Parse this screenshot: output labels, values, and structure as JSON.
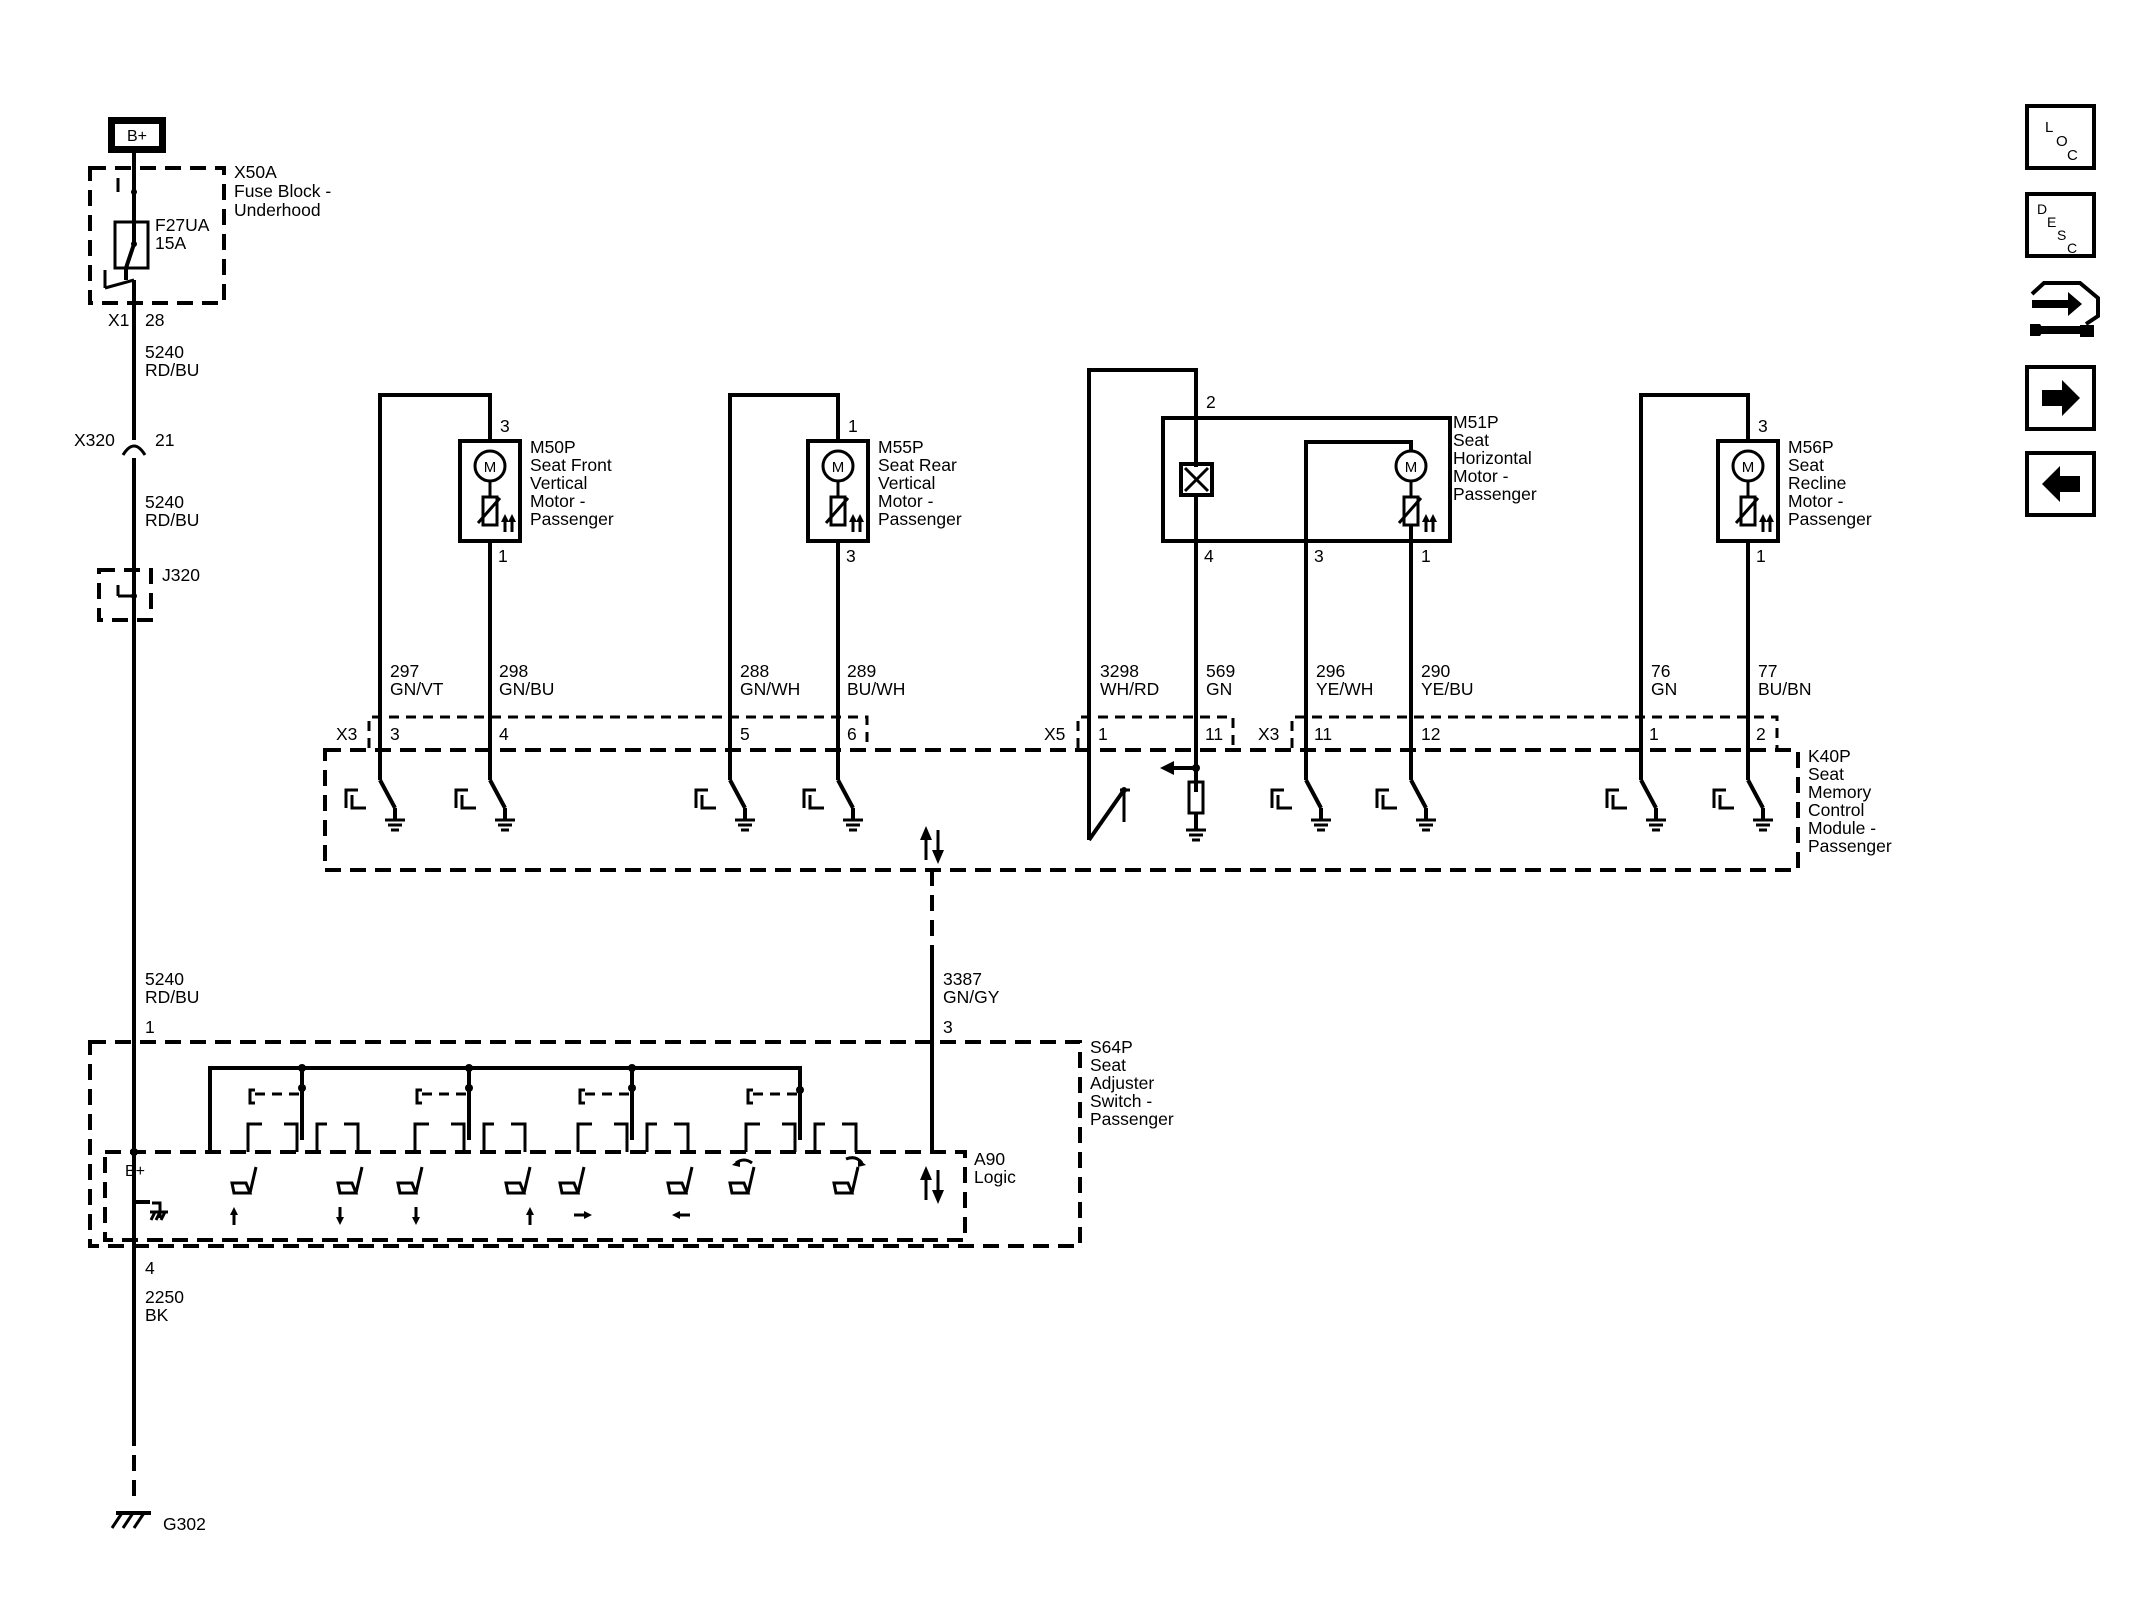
{
  "power": {
    "label": "B+"
  },
  "fuse_block": {
    "id": "X50A",
    "name_1": "Fuse Block -",
    "name_2": "Underhood",
    "fuse_id": "F27UA",
    "fuse_rating": "15A",
    "conn": "X1",
    "pin": "28"
  },
  "wire_5240_a": {
    "circuit": "5240",
    "color": "RD/BU"
  },
  "inline_x320": {
    "id": "X320",
    "pin": "21"
  },
  "wire_5240_b": {
    "circuit": "5240",
    "color": "RD/BU"
  },
  "splice": {
    "id": "J320"
  },
  "wire_5240_c": {
    "circuit": "5240",
    "color": "RD/BU"
  },
  "pin_s64_1": "1",
  "wire_2250": {
    "pin": "4",
    "circuit": "2250",
    "color": "BK"
  },
  "ground": {
    "id": "G302"
  },
  "motors": {
    "m50p": {
      "id": "M50P",
      "l1": "Seat Front",
      "l2": "Vertical",
      "l3": "Motor -",
      "l4": "Passenger",
      "pin_top": "3",
      "pin_bot": "1",
      "symbol": "M"
    },
    "m55p": {
      "id": "M55P",
      "l1": "Seat Rear",
      "l2": "Vertical",
      "l3": "Motor -",
      "l4": "Passenger",
      "pin_top": "1",
      "pin_bot": "3",
      "symbol": "M"
    },
    "m51p": {
      "id": "M51P",
      "l1": "Seat",
      "l2": "Horizontal",
      "l3": "Motor -",
      "l4": "Passenger",
      "pin_top": "2",
      "pin_b4": "4",
      "pin_b3": "3",
      "pin_b1": "1",
      "symbol": "M"
    },
    "m56p": {
      "id": "M56P",
      "l1": "Seat",
      "l2": "Recline",
      "l3": "Motor -",
      "l4": "Passenger",
      "pin_top": "3",
      "pin_bot": "1",
      "symbol": "M"
    }
  },
  "wires": [
    {
      "circuit": "297",
      "color": "GN/VT",
      "pin": "3"
    },
    {
      "circuit": "298",
      "color": "GN/BU",
      "pin": "4"
    },
    {
      "circuit": "288",
      "color": "GN/WH",
      "pin": "5"
    },
    {
      "circuit": "289",
      "color": "BU/WH",
      "pin": "6"
    },
    {
      "circuit": "3298",
      "color": "WH/RD",
      "pin": "1"
    },
    {
      "circuit": "569",
      "color": "GN",
      "pin": "11"
    },
    {
      "circuit": "296",
      "color": "YE/WH",
      "pin": "11"
    },
    {
      "circuit": "290",
      "color": "YE/BU",
      "pin": "12"
    },
    {
      "circuit": "76",
      "color": "GN",
      "pin": "1"
    },
    {
      "circuit": "77",
      "color": "BU/BN",
      "pin": "2"
    }
  ],
  "connectors": {
    "x3_a": "X3",
    "x5": "X5",
    "x3_b": "X3"
  },
  "module": {
    "id": "K40P",
    "l1": "Seat",
    "l2": "Memory",
    "l3": "Control",
    "l4": "Module -",
    "l5": "Passenger"
  },
  "data_wire": {
    "circuit": "3387",
    "color": "GN/GY",
    "pin": "3"
  },
  "switch": {
    "id": "S64P",
    "l1": "Seat",
    "l2": "Adjuster",
    "l3": "Switch -",
    "l4": "Passenger"
  },
  "logic": {
    "id": "A90",
    "label": "Logic",
    "bplus": "B+"
  },
  "nav": {
    "loc": {
      "l": "L",
      "o": "O",
      "c": "C"
    },
    "desc": {
      "d": "D",
      "e": "E",
      "s": "S",
      "c": "C"
    }
  }
}
